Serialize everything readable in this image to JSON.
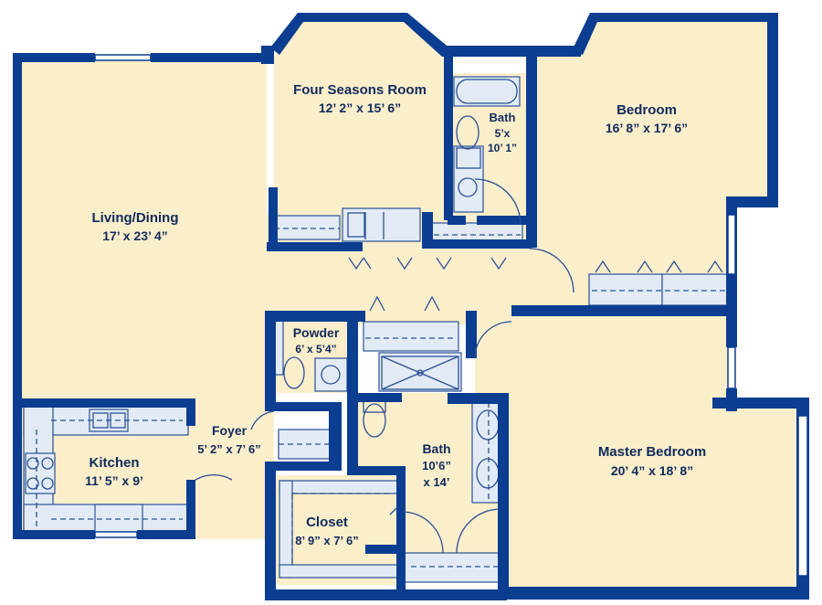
{
  "colors": {
    "wall": "#0b3d91",
    "floor": "#fbeecb",
    "fixture": "#e2ebf5",
    "text": "#102a5c",
    "line": "#2a4f95"
  },
  "rooms": {
    "four_seasons": {
      "name": "Four Seasons Room",
      "dims": "12’ 2” x 15’ 6”"
    },
    "bath_upper": {
      "name": "Bath",
      "dims_line1": "5’x",
      "dims_line2": "10’ 1”"
    },
    "bedroom": {
      "name": "Bedroom",
      "dims": "16’ 8” x 17’ 6”"
    },
    "living": {
      "name": "Living/Dining",
      "dims": "17’ x 23’ 4”"
    },
    "powder": {
      "name": "Powder",
      "dims": "6’ x 5’4”"
    },
    "foyer": {
      "name": "Foyer",
      "dims": "5’ 2” x 7’ 6”"
    },
    "kitchen": {
      "name": "Kitchen",
      "dims": "11’ 5” x 9’"
    },
    "bath_master": {
      "name": "Bath",
      "dims_line1": "10’6”",
      "dims_line2": "x 14’"
    },
    "master": {
      "name": "Master Bedroom",
      "dims": "20’ 4” x 18’ 8”"
    },
    "closet": {
      "name": "Closet",
      "dims": "8’ 9” x 7’ 6”"
    }
  }
}
